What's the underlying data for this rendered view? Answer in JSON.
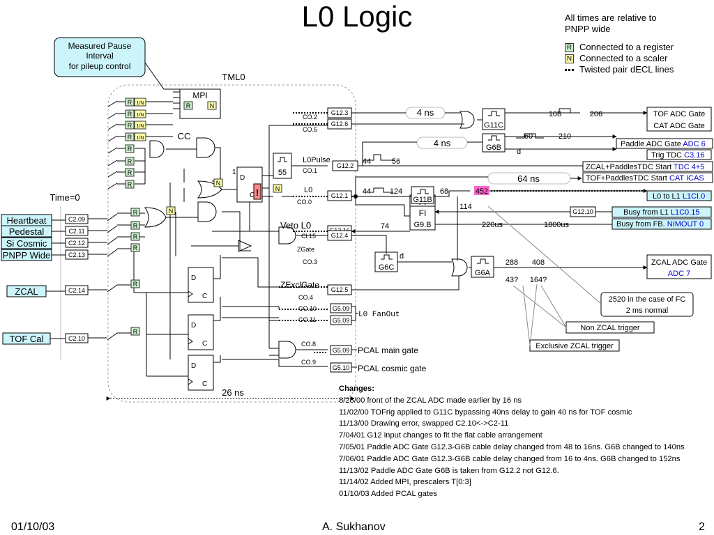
{
  "title": "L0 Logic",
  "note": {
    "line1": "All times are relative to",
    "line2": "PNPP wide"
  },
  "legend": [
    {
      "badge": "R",
      "text": "Connected to a register"
    },
    {
      "badge": "N",
      "text": "Connected to a scaler"
    },
    {
      "text": "Twisted pair dECL lines"
    }
  ],
  "callout": {
    "line1": "Measured Pause",
    "line2": "Interval",
    "line3": "for pileup control"
  },
  "tml0": "TML0",
  "mpi": "MPI",
  "prescaler": "1/N",
  "badge_r": "R",
  "badge_n": "N",
  "cc": "CC",
  "time0": "Time=0",
  "inputs": [
    {
      "name": "Heartbeat",
      "code": "C2.09"
    },
    {
      "name": "Pedestal",
      "code": "C2.11"
    },
    {
      "name": "Si Cosmic",
      "code": "C2.12"
    },
    {
      "name": "PNPP Wide",
      "code": "C2.13"
    },
    {
      "name": "ZCAL",
      "code": "C2.14"
    },
    {
      "name": "TOF Cal",
      "code": "C2.10"
    }
  ],
  "ff": {
    "d": "D",
    "c": "C"
  },
  "one": "1",
  "gate55": "55",
  "excl": "!",
  "ns26": "26 ns",
  "delays": {
    "d4a": "4 ns",
    "d4b": "4 ns",
    "d64": "64 ns"
  },
  "signals": {
    "co2": "CO.2",
    "co5": "CO.5",
    "l0pulse": "L0Pulse",
    "co1": "CO.1",
    "l0": "L0",
    "co0": "CO.0",
    "veto": "Veto  L0",
    "cl15": "Cl.15",
    "zgate": "ZGate",
    "co3": "CO.3",
    "zexcl": "ZExclGate",
    "co4": "CO.4",
    "co10": "CO.10",
    "co11": "CO.11",
    "co8": "CO.8",
    "co9": "CO.9"
  },
  "gboxes": {
    "g123": "G12.3",
    "g126": "G12.6",
    "g122": "G12.2",
    "g121": "G12.1",
    "g1216": "G12.16",
    "g124": "G12.4",
    "g125": "G12.5",
    "g509a": "G5.09",
    "g509b": "G5.09",
    "g509c": "G5.09",
    "g510": "G5.10",
    "g1210": "G12.10"
  },
  "fanout": "L0 FanOut",
  "pcal_main": "PCAL main gate",
  "pcal_cosmic": "PCAL cosmic gate",
  "units": {
    "g11c": "G11C",
    "g6b": "G6B",
    "g11b": "G11B",
    "fi": "FI",
    "g9b": "G9.B",
    "g6c": "G6C",
    "g6a": "G6A"
  },
  "timings": {
    "t108": "108",
    "t206": "206",
    "t60": "60",
    "t210": "210",
    "d": "d",
    "t44a": "44",
    "t56": "56",
    "t44b": "44",
    "t124": "124",
    "t68": "68",
    "t452": "452",
    "t74": "74",
    "t114": "114",
    "t220": "220us",
    "t1800": "1800us",
    "t288": "288",
    "t408": "408",
    "t43": "43?",
    "t164": "164?"
  },
  "outputs": [
    {
      "text": "TOF ADC Gate",
      "text2": "CAT ADC Gate"
    },
    {
      "text": "Paddle ADC Gate",
      "link": "ADC 6"
    },
    {
      "text": "Trig TDC",
      "link": "C3.16"
    },
    {
      "text": "ZCAL+PaddlesTDC Start",
      "link": "TDC 4+5"
    },
    {
      "text": "TOF+PaddlesTDC Start",
      "link": "CAT ICAS"
    },
    {
      "text": "L0 to L1",
      "link": "L1CI.0"
    },
    {
      "text": "Busy from L1",
      "link": "L1C0.15"
    },
    {
      "text": "Busy from FB.",
      "link": "NIMOUT 0"
    },
    {
      "text": "ZCAL ADC Gate",
      "link": "ADC 7"
    }
  ],
  "notes": {
    "fc1": "2520 in the case of FC",
    "fc2": "2 ms normal",
    "nonzcal": "Non ZCAL  trigger",
    "exclzcal": "Exclusive ZCAL trigger"
  },
  "changes": {
    "heading": "Changes:",
    "items": [
      "8/28/00 front of the ZCAL ADC made earlier by 16 ns",
      "11/02/00 TOFrig applied to G11C bypassing 40ns delay to gain 40 ns for TOF cosmic",
      "11/13/00 Drawing error, swapped C2.10<->C2-11",
      "7/04/01 G12 input changes to fit the flat cable arrangement",
      "7/05/01 Paddle ADC Gate G12.3-G6B cable delay changed from 48 to 16ns. G6B changed to 140ns",
      "7/06/01 Paddle ADC Gate G12.3-G6B cable delay changed from 16 to 4ns. G6B changed to 152ns",
      "11/13/02 Paddle ADC Gate G6B is taken from G12.2 not G12.6.",
      "11/14/02 Added MPI, prescalers T[0:3]",
      "01/10/03 Added PCAL gates"
    ]
  },
  "footer": {
    "date": "01/10/03",
    "author": "A. Sukhanov",
    "page": "2"
  },
  "colors": {
    "register": "#cceecc",
    "scaler": "#ffffaa",
    "output_cyan": "#ccf5fb",
    "callout": "#ccf5fb",
    "pink": "#ff66cc",
    "link": "#0000cc"
  }
}
